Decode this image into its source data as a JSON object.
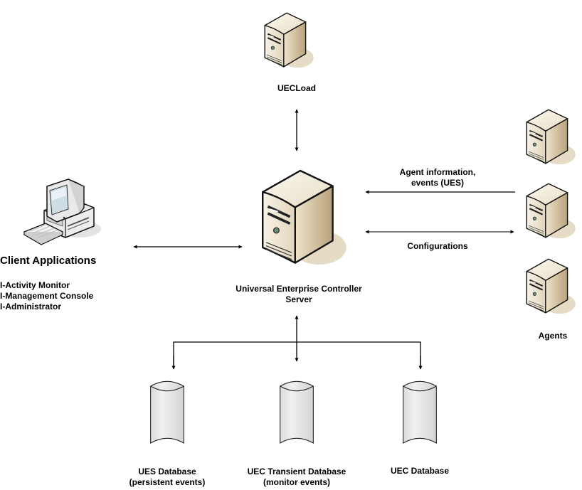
{
  "diagram": {
    "nodes": {
      "uecload": {
        "label": "UECLoad",
        "icon": "server-tower-icon"
      },
      "controller": {
        "label_line1": "Universal Enterprise Controller",
        "label_line2": "Server",
        "icon": "server-tower-icon"
      },
      "client": {
        "title": "Client Applications",
        "icon": "desktop-computer-icon",
        "items": [
          "I-Activity Monitor",
          "I-Management Console",
          "I-Administrator"
        ]
      },
      "agents": {
        "label": "Agents",
        "icon": "server-tower-icon",
        "count": 3
      },
      "databases": [
        {
          "label_line1": "UES Database",
          "label_line2": "(persistent events)",
          "icon": "database-cylinder-icon"
        },
        {
          "label_line1": "UEC Transient Database",
          "label_line2": "(monitor events)",
          "icon": "database-cylinder-icon"
        },
        {
          "label_line1": "UEC Database",
          "label_line2": "",
          "icon": "database-cylinder-icon"
        }
      ]
    },
    "edges": {
      "agent_info": {
        "label_line1": "Agent information,",
        "label_line2": "events (UES)",
        "direction": "agents-to-controller"
      },
      "configurations": {
        "label": "Configurations",
        "direction": "bidirectional"
      },
      "client_controller": {
        "direction": "bidirectional"
      },
      "uecload_controller": {
        "direction": "bidirectional"
      },
      "controller_databases": {
        "direction": "bidirectional"
      }
    },
    "colors": {
      "server_light": "#f3eddc",
      "server_dark": "#c9b48f",
      "shadow": "#e6dcc6",
      "db_fill": "#e8e8e8",
      "line": "#000000"
    }
  }
}
